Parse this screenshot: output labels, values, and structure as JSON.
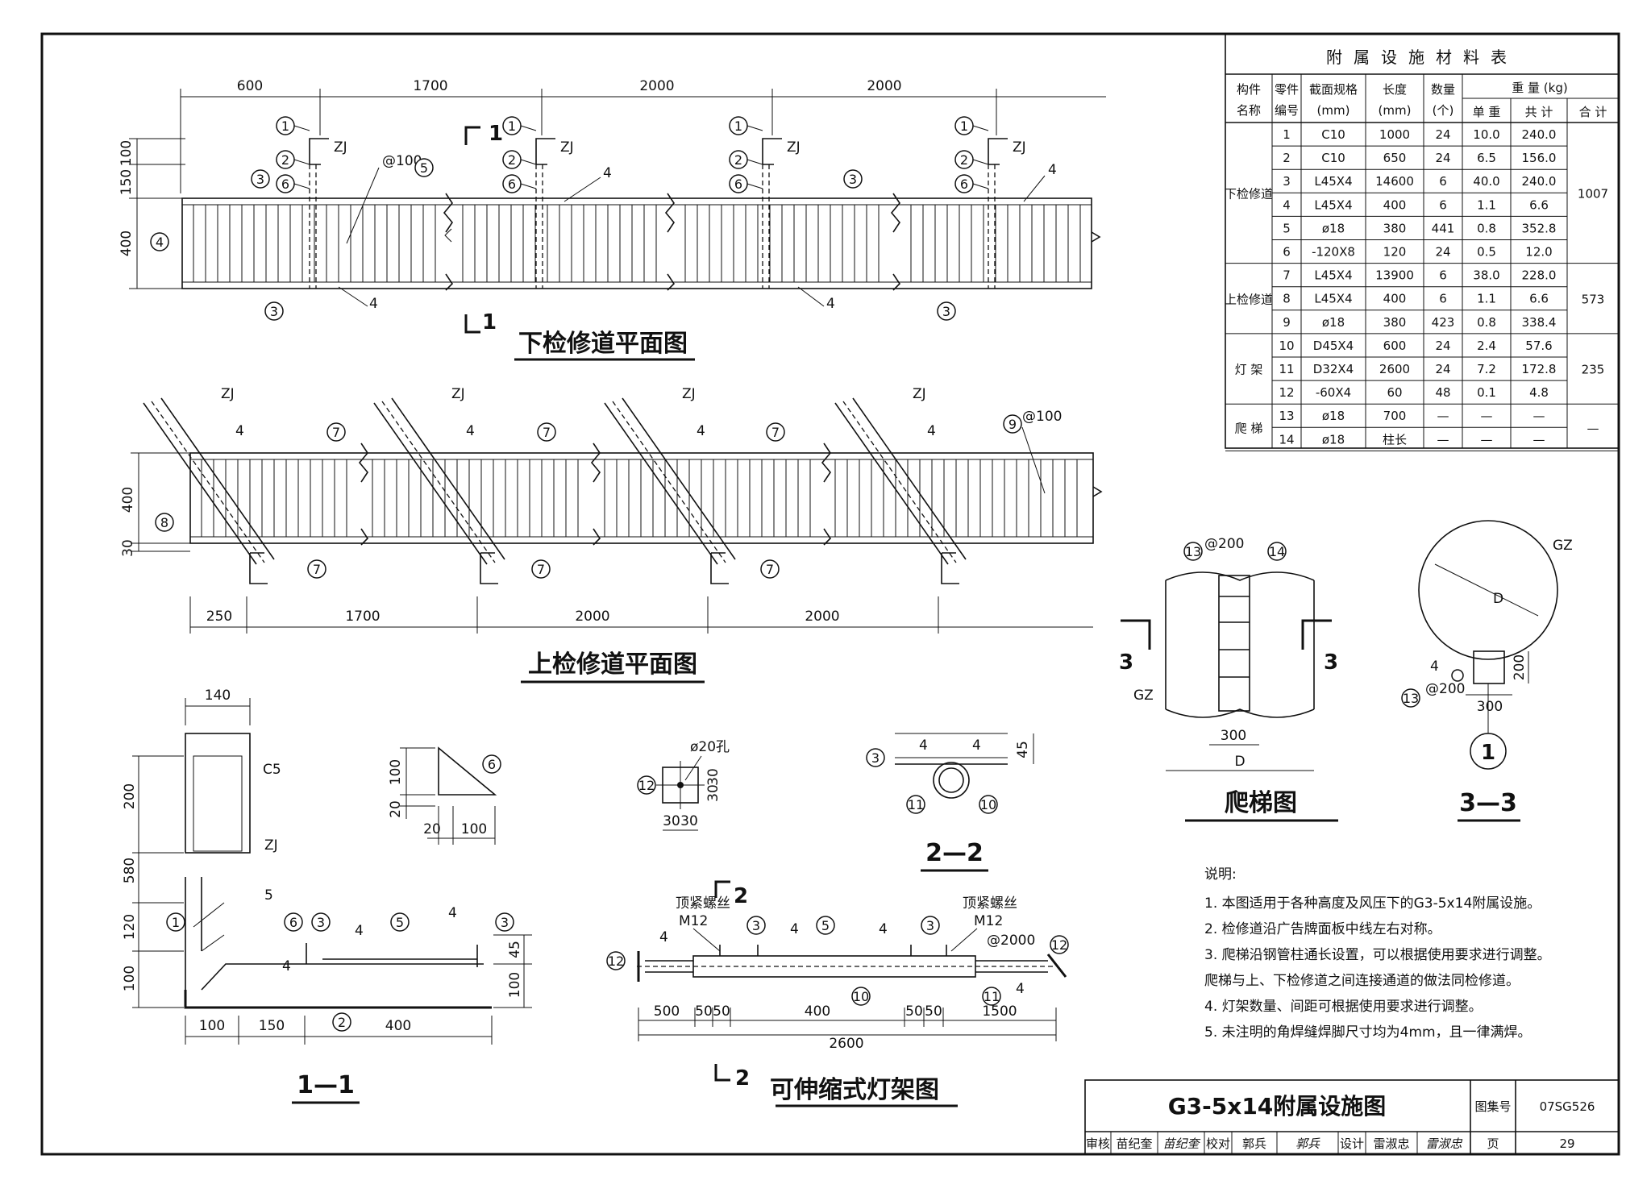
{
  "sheet": {
    "plan_lower_title": "下检修道平面图",
    "plan_upper_title": "上检修道平面图",
    "sec11_title": "1—1",
    "sec22_title": "2—2",
    "sec33_title": "3—3",
    "ladder_title": "爬梯图",
    "lamp_title": "可伸缩式灯架图"
  },
  "plan_lower": {
    "dims": [
      "600",
      "1700",
      "2000",
      "2000"
    ],
    "side_dims": [
      "100",
      "150",
      "400"
    ],
    "labels": {
      "zj": "ZJ",
      "at100": "@100",
      "weld4": "4",
      "cut": "1"
    }
  },
  "plan_upper": {
    "dims": [
      "250",
      "1700",
      "2000",
      "2000"
    ],
    "side_dims": [
      "400",
      "30"
    ],
    "labels": {
      "zj": "ZJ",
      "at100": "@100",
      "weld4": "4"
    }
  },
  "sec11": {
    "dims_top": [
      "140"
    ],
    "dims_left": [
      "200",
      "580",
      "120",
      "100"
    ],
    "dims_bottom": [
      "100",
      "150",
      "400"
    ],
    "dims_right": [
      "45",
      "100"
    ],
    "labels": {
      "c5": "C5",
      "zj": "ZJ",
      "w5": "5",
      "w4": "4"
    }
  },
  "plate6": {
    "dims": [
      "100",
      "20",
      "20",
      "100"
    ]
  },
  "plate12": {
    "hole": "ø20孔",
    "dims_v": [
      "30",
      "30"
    ],
    "dims_h": [
      "30",
      "30"
    ]
  },
  "sec22": {
    "dim": "45",
    "weld": "4"
  },
  "ladder": {
    "spacing": "@200",
    "dim": "300",
    "d": "D",
    "gz": "GZ",
    "cut": "3"
  },
  "sec33": {
    "gz": "GZ",
    "d": "D",
    "dim_h": "300",
    "dim_v": "200",
    "weld": "4",
    "spacing": "@200",
    "bubble": "1"
  },
  "lamp": {
    "bolt_label": "顶紧螺丝",
    "bolt_size": "M12",
    "spacing": "@2000",
    "dims": [
      "500",
      "50",
      "50",
      "400",
      "50",
      "50",
      "1500"
    ],
    "total": "2600",
    "cut": "2",
    "weld": "4"
  },
  "table": {
    "title": "附属设施材料表",
    "headers": {
      "member": [
        "构件",
        "名称"
      ],
      "part": [
        "零件",
        "编号"
      ],
      "section": [
        "截面规格",
        "(mm)"
      ],
      "length": [
        "长度",
        "(mm)"
      ],
      "qty": [
        "数量",
        "(个)"
      ],
      "weight": "重 量 (kg)",
      "unit": "单 重",
      "sum": "共 计",
      "total": "合 计"
    },
    "groups": [
      {
        "name": "下检修道",
        "total": "1007",
        "rows": [
          [
            "1",
            "C10",
            "1000",
            "24",
            "10.0",
            "240.0"
          ],
          [
            "2",
            "C10",
            "650",
            "24",
            "6.5",
            "156.0"
          ],
          [
            "3",
            "L45X4",
            "14600",
            "6",
            "40.0",
            "240.0"
          ],
          [
            "4",
            "L45X4",
            "400",
            "6",
            "1.1",
            "6.6"
          ],
          [
            "5",
            "ø18",
            "380",
            "441",
            "0.8",
            "352.8"
          ],
          [
            "6",
            "-120X8",
            "120",
            "24",
            "0.5",
            "12.0"
          ]
        ]
      },
      {
        "name": "上检修道",
        "total": "573",
        "rows": [
          [
            "7",
            "L45X4",
            "13900",
            "6",
            "38.0",
            "228.0"
          ],
          [
            "8",
            "L45X4",
            "400",
            "6",
            "1.1",
            "6.6"
          ],
          [
            "9",
            "ø18",
            "380",
            "423",
            "0.8",
            "338.4"
          ]
        ]
      },
      {
        "name": "灯 架",
        "total": "235",
        "rows": [
          [
            "10",
            "D45X4",
            "600",
            "24",
            "2.4",
            "57.6"
          ],
          [
            "11",
            "D32X4",
            "2600",
            "24",
            "7.2",
            "172.8"
          ],
          [
            "12",
            "-60X4",
            "60",
            "48",
            "0.1",
            "4.8"
          ]
        ]
      },
      {
        "name": "爬 梯",
        "total": "—",
        "rows": [
          [
            "13",
            "ø18",
            "700",
            "—",
            "—",
            "—"
          ],
          [
            "14",
            "ø18",
            "柱长",
            "—",
            "—",
            "—"
          ]
        ]
      }
    ]
  },
  "notes": {
    "heading": "说明:",
    "items": [
      "1. 本图适用于各种高度及风压下的G3-5x14附属设施。",
      "2. 检修道沿广告牌面板中线左右对称。",
      "3. 爬梯沿钢管柱通长设置，可以根据使用要求进行调整。",
      "   爬梯与上、下检修道之间连接通道的做法同检修道。",
      "4. 灯架数量、间距可根据使用要求进行调整。",
      "5. 未注明的角焊缝焊脚尺寸均为4mm，且一律满焊。"
    ]
  },
  "title_block": {
    "title": "G3-5x14附属设施图",
    "atlas_label": "图集号",
    "atlas_no": "07SG526",
    "page_label": "页",
    "page_no": "29",
    "review_label": "审核",
    "reviewer": "苗纪奎",
    "reviewer_sig": "苗纪奎",
    "check_label": "校对",
    "checker": "郭兵",
    "checker_sig": "郭兵",
    "design_label": "设计",
    "designer": "雷淑忠",
    "designer_sig": "雷淑忠"
  }
}
